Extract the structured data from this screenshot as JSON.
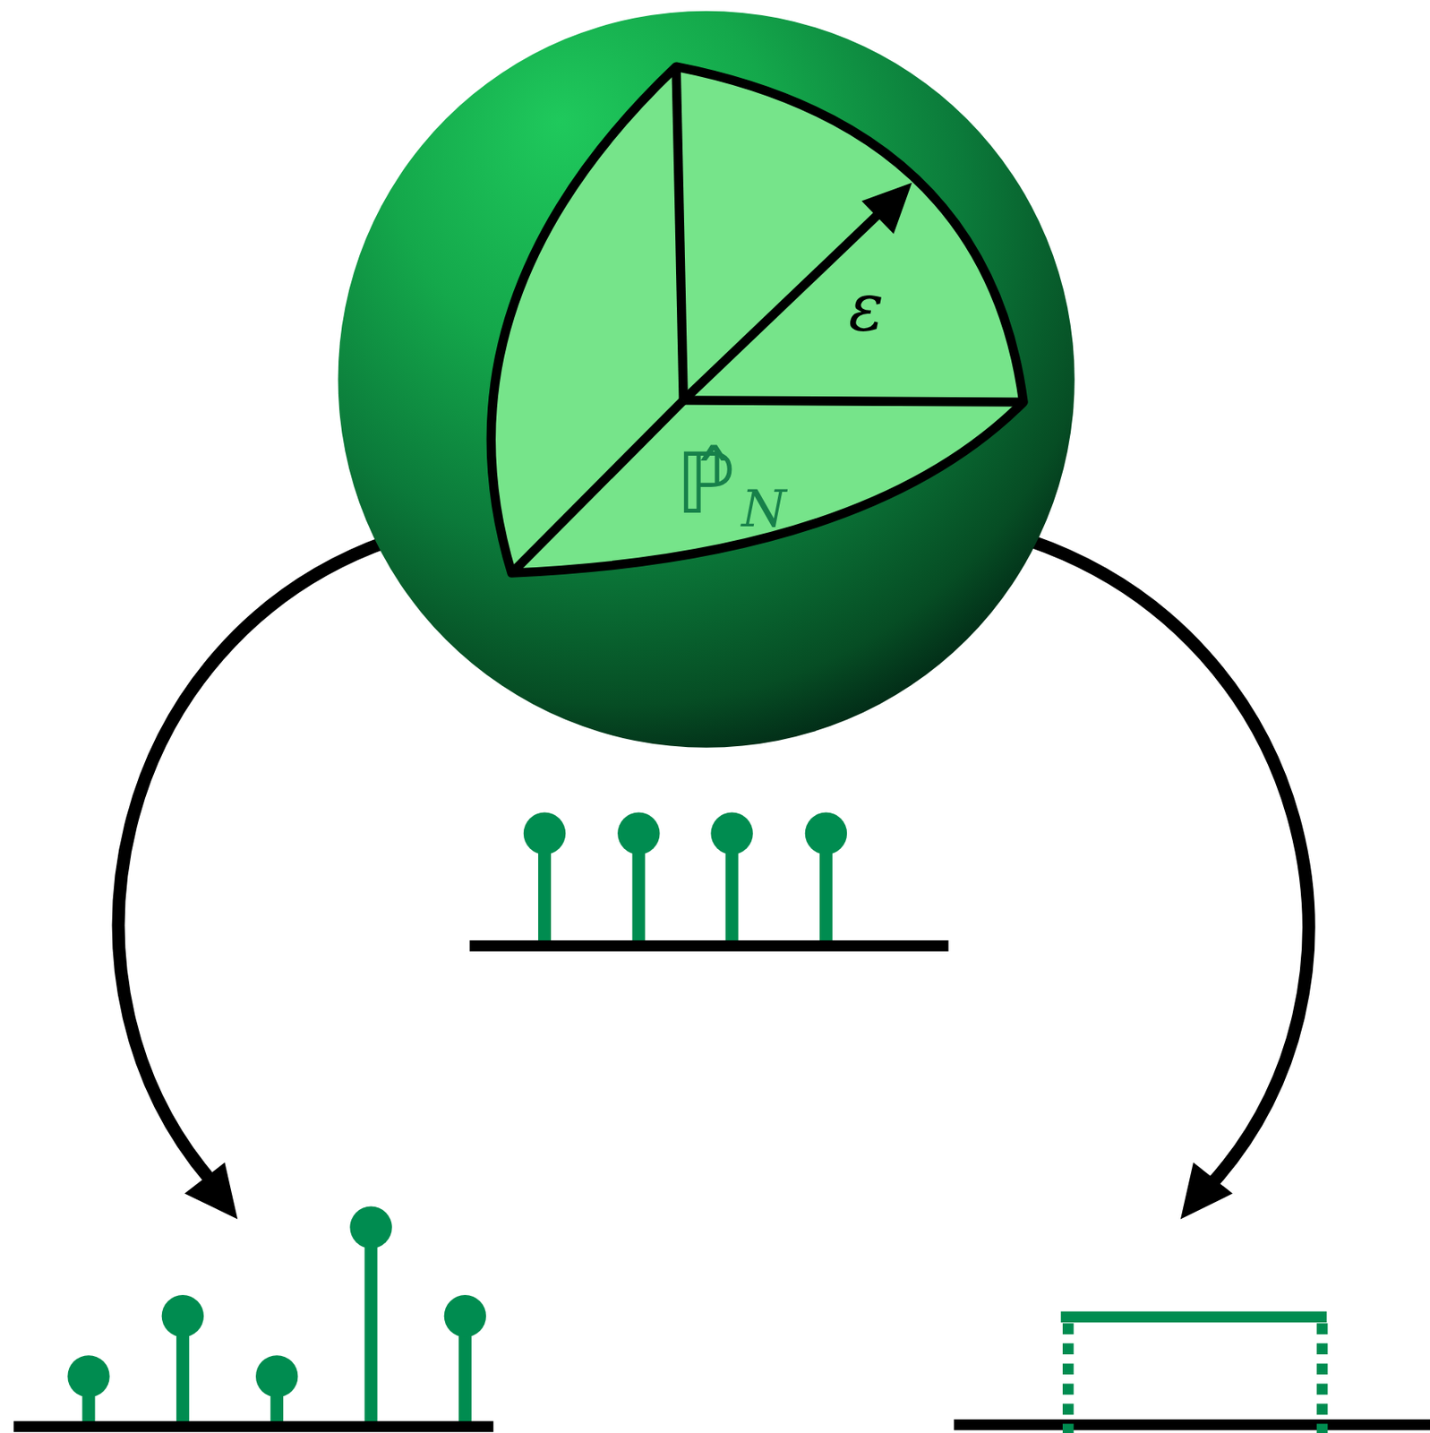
{
  "diagram": {
    "labels": [
      "ε",
      "ℙ̂",
      "N"
    ]
  }
}
